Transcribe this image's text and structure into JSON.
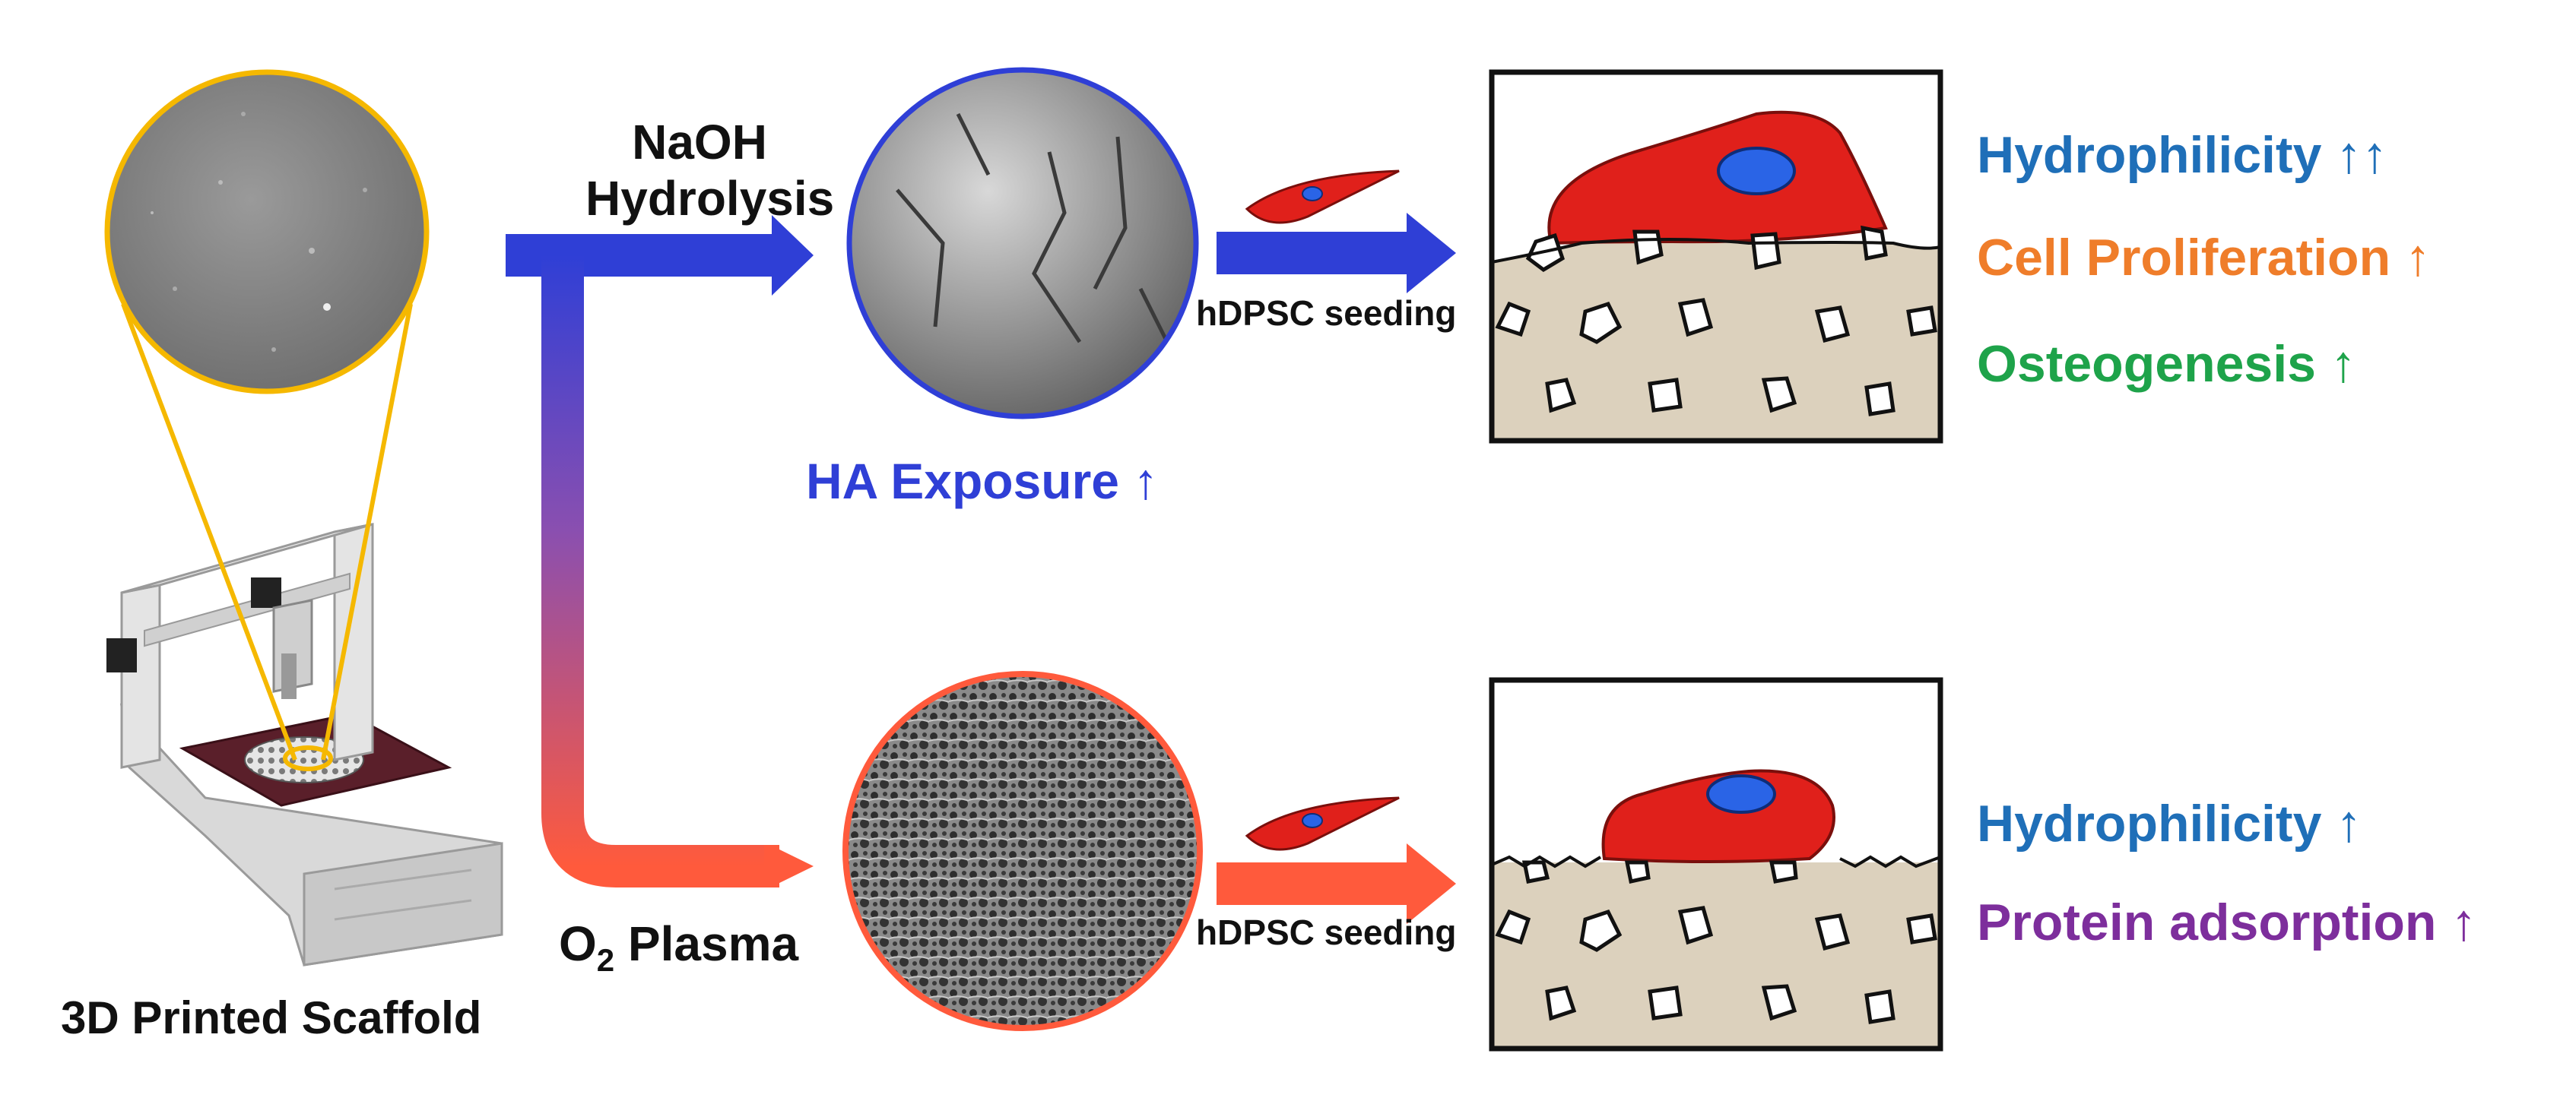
{
  "labels": {
    "naoh_line1": "NaOH",
    "naoh_line2": "Hydrolysis",
    "o2_prefix": "O",
    "o2_sub": "2",
    "o2_suffix": " Plasma",
    "scaffold": "3D Printed Scaffold",
    "ha_exposure": "HA Exposure",
    "seeding_top": "hDPSC seeding",
    "seeding_bottom": "hDPSC seeding"
  },
  "arrows": {
    "up": "↑",
    "double_up": "↑↑"
  },
  "effects_top": [
    {
      "text": "Hydrophilicity",
      "arrow": "↑↑",
      "color": "#1f6fb8"
    },
    {
      "text": "Cell Proliferation",
      "arrow": "↑",
      "color": "#ef7d2a"
    },
    {
      "text": "Osteogenesis",
      "arrow": "↑",
      "color": "#1ea34a"
    }
  ],
  "effects_bottom": [
    {
      "text": "Hydrophilicity",
      "arrow": "↑",
      "color": "#1f6fb8"
    },
    {
      "text": "Protein adsorption",
      "arrow": "↑",
      "color": "#7d2e9c"
    }
  ],
  "colors": {
    "naoh_blue": "#2f3fd6",
    "plasma_orange": "#ff5a3c",
    "scaffold_yellow": "#f5b800",
    "cell_red": "#e0201b",
    "nucleus_blue": "#2a64e6",
    "substrate": "#dcd1bd",
    "ha_blue": "#2f3fd6"
  }
}
